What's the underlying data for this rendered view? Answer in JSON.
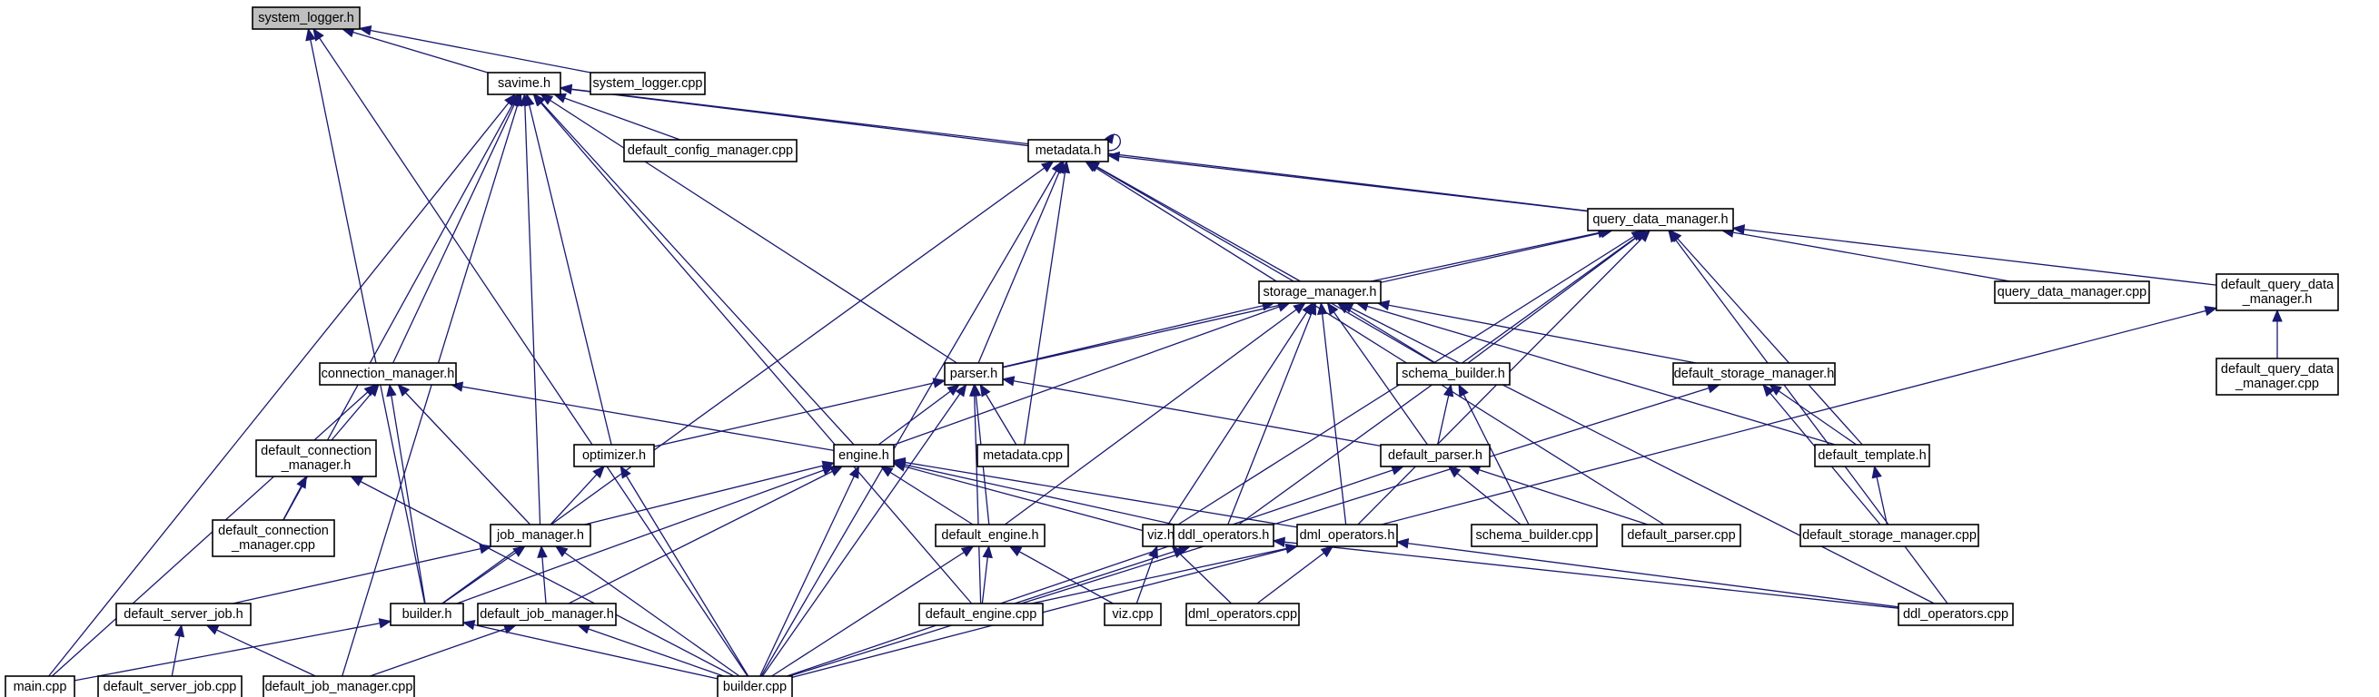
{
  "graph": {
    "colors": {
      "edge": "#191970",
      "root_fill": "#bfbfbf",
      "node_fill": "#ffffff",
      "node_border": "#000000"
    },
    "root": "system_logger_h",
    "nodes": [
      {
        "id": "system_logger_h",
        "label": "system_logger.h"
      },
      {
        "id": "system_logger_cpp",
        "label": "system_logger.cpp"
      },
      {
        "id": "savime_h",
        "label": "savime.h"
      },
      {
        "id": "default_config_manager_cpp",
        "label": "default_config_manager.cpp"
      },
      {
        "id": "metadata_h",
        "label": "metadata.h"
      },
      {
        "id": "query_data_manager_h",
        "label": "query_data_manager.h"
      },
      {
        "id": "query_data_manager_cpp",
        "label": "query_data_manager.cpp"
      },
      {
        "id": "default_query_data_manager_h",
        "label": "default_query_data\n_manager.h"
      },
      {
        "id": "default_query_data_manager_cpp",
        "label": "default_query_data\n_manager.cpp"
      },
      {
        "id": "storage_manager_h",
        "label": "storage_manager.h"
      },
      {
        "id": "connection_manager_h",
        "label": "connection_manager.h"
      },
      {
        "id": "parser_h",
        "label": "parser.h"
      },
      {
        "id": "schema_builder_h",
        "label": "schema_builder.h"
      },
      {
        "id": "default_storage_manager_h",
        "label": "default_storage_manager.h"
      },
      {
        "id": "default_connection_manager_h",
        "label": "default_connection\n_manager.h"
      },
      {
        "id": "optimizer_h",
        "label": "optimizer.h"
      },
      {
        "id": "engine_h",
        "label": "engine.h"
      },
      {
        "id": "metadata_cpp",
        "label": "metadata.cpp"
      },
      {
        "id": "default_parser_h",
        "label": "default_parser.h"
      },
      {
        "id": "default_template_h",
        "label": "default_template.h"
      },
      {
        "id": "default_connection_manager_cpp",
        "label": "default_connection\n_manager.cpp"
      },
      {
        "id": "job_manager_h",
        "label": "job_manager.h"
      },
      {
        "id": "default_engine_h",
        "label": "default_engine.h"
      },
      {
        "id": "viz_h",
        "label": "viz.h"
      },
      {
        "id": "ddl_operators_h",
        "label": "ddl_operators.h"
      },
      {
        "id": "dml_operators_h",
        "label": "dml_operators.h"
      },
      {
        "id": "schema_builder_cpp",
        "label": "schema_builder.cpp"
      },
      {
        "id": "default_parser_cpp",
        "label": "default_parser.cpp"
      },
      {
        "id": "default_storage_manager_cpp",
        "label": "default_storage_manager.cpp"
      },
      {
        "id": "default_server_job_h",
        "label": "default_server_job.h"
      },
      {
        "id": "builder_h",
        "label": "builder.h"
      },
      {
        "id": "default_job_manager_h",
        "label": "default_job_manager.h"
      },
      {
        "id": "default_engine_cpp",
        "label": "default_engine.cpp"
      },
      {
        "id": "viz_cpp",
        "label": "viz.cpp"
      },
      {
        "id": "dml_operators_cpp",
        "label": "dml_operators.cpp"
      },
      {
        "id": "ddl_operators_cpp",
        "label": "ddl_operators.cpp"
      },
      {
        "id": "main_cpp",
        "label": "main.cpp"
      },
      {
        "id": "default_server_job_cpp",
        "label": "default_server_job.cpp"
      },
      {
        "id": "default_job_manager_cpp",
        "label": "default_job_manager.cpp"
      },
      {
        "id": "builder_cpp",
        "label": "builder.cpp"
      }
    ],
    "edges": [
      [
        "system_logger_h",
        "system_logger_cpp"
      ],
      [
        "system_logger_h",
        "savime_h"
      ],
      [
        "system_logger_h",
        "builder_h"
      ],
      [
        "system_logger_h",
        "builder_cpp"
      ],
      [
        "savime_h",
        "default_config_manager_cpp"
      ],
      [
        "savime_h",
        "metadata_h"
      ],
      [
        "savime_h",
        "query_data_manager_h"
      ],
      [
        "savime_h",
        "connection_manager_h"
      ],
      [
        "savime_h",
        "parser_h"
      ],
      [
        "savime_h",
        "optimizer_h"
      ],
      [
        "savime_h",
        "engine_h"
      ],
      [
        "savime_h",
        "default_connection_manager_cpp"
      ],
      [
        "savime_h",
        "job_manager_h"
      ],
      [
        "savime_h",
        "default_engine_cpp"
      ],
      [
        "savime_h",
        "main_cpp"
      ],
      [
        "savime_h",
        "default_job_manager_cpp"
      ],
      [
        "metadata_h",
        "metadata_h"
      ],
      [
        "metadata_h",
        "query_data_manager_h"
      ],
      [
        "metadata_h",
        "storage_manager_h"
      ],
      [
        "metadata_h",
        "parser_h"
      ],
      [
        "metadata_h",
        "schema_builder_h"
      ],
      [
        "metadata_h",
        "metadata_cpp"
      ],
      [
        "metadata_h",
        "default_parser_cpp"
      ],
      [
        "metadata_h",
        "builder_h"
      ],
      [
        "metadata_h",
        "builder_cpp"
      ],
      [
        "query_data_manager_h",
        "storage_manager_h"
      ],
      [
        "query_data_manager_h",
        "query_data_manager_cpp"
      ],
      [
        "query_data_manager_h",
        "default_query_data_manager_h"
      ],
      [
        "query_data_manager_h",
        "parser_h"
      ],
      [
        "query_data_manager_h",
        "schema_builder_h"
      ],
      [
        "query_data_manager_h",
        "default_template_h"
      ],
      [
        "query_data_manager_h",
        "viz_h"
      ],
      [
        "query_data_manager_h",
        "ddl_operators_h"
      ],
      [
        "query_data_manager_h",
        "dml_operators_h"
      ],
      [
        "query_data_manager_h",
        "ddl_operators_cpp"
      ],
      [
        "default_query_data_manager_h",
        "default_query_data_manager_cpp"
      ],
      [
        "default_query_data_manager_h",
        "builder_cpp"
      ],
      [
        "storage_manager_h",
        "parser_h"
      ],
      [
        "storage_manager_h",
        "schema_builder_h"
      ],
      [
        "storage_manager_h",
        "default_storage_manager_h"
      ],
      [
        "storage_manager_h",
        "engine_h"
      ],
      [
        "storage_manager_h",
        "default_parser_h"
      ],
      [
        "storage_manager_h",
        "default_template_h"
      ],
      [
        "storage_manager_h",
        "default_engine_h"
      ],
      [
        "storage_manager_h",
        "viz_h"
      ],
      [
        "storage_manager_h",
        "ddl_operators_h"
      ],
      [
        "storage_manager_h",
        "dml_operators_h"
      ],
      [
        "storage_manager_h",
        "ddl_operators_cpp"
      ],
      [
        "connection_manager_h",
        "default_connection_manager_h"
      ],
      [
        "connection_manager_h",
        "engine_h"
      ],
      [
        "connection_manager_h",
        "job_manager_h"
      ],
      [
        "connection_manager_h",
        "builder_h"
      ],
      [
        "connection_manager_h",
        "main_cpp"
      ],
      [
        "default_connection_manager_h",
        "default_connection_manager_cpp"
      ],
      [
        "default_connection_manager_h",
        "builder_cpp"
      ],
      [
        "parser_h",
        "optimizer_h"
      ],
      [
        "parser_h",
        "engine_h"
      ],
      [
        "parser_h",
        "metadata_cpp"
      ],
      [
        "parser_h",
        "default_parser_h"
      ],
      [
        "parser_h",
        "default_engine_h"
      ],
      [
        "parser_h",
        "default_engine_cpp"
      ],
      [
        "parser_h",
        "builder_cpp"
      ],
      [
        "schema_builder_h",
        "default_parser_h"
      ],
      [
        "schema_builder_h",
        "schema_builder_cpp"
      ],
      [
        "default_storage_manager_h",
        "default_template_h"
      ],
      [
        "default_storage_manager_h",
        "default_storage_manager_cpp"
      ],
      [
        "default_storage_manager_h",
        "builder_cpp"
      ],
      [
        "default_template_h",
        "default_storage_manager_cpp"
      ],
      [
        "optimizer_h",
        "job_manager_h"
      ],
      [
        "optimizer_h",
        "builder_cpp"
      ],
      [
        "engine_h",
        "job_manager_h"
      ],
      [
        "engine_h",
        "default_engine_h"
      ],
      [
        "engine_h",
        "viz_h"
      ],
      [
        "engine_h",
        "ddl_operators_h"
      ],
      [
        "engine_h",
        "dml_operators_h"
      ],
      [
        "engine_h",
        "builder_h"
      ],
      [
        "engine_h",
        "default_job_manager_h"
      ],
      [
        "engine_h",
        "builder_cpp"
      ],
      [
        "default_parser_h",
        "schema_builder_cpp"
      ],
      [
        "default_parser_h",
        "default_parser_cpp"
      ],
      [
        "default_parser_h",
        "builder_cpp"
      ],
      [
        "job_manager_h",
        "default_server_job_h"
      ],
      [
        "job_manager_h",
        "builder_h"
      ],
      [
        "job_manager_h",
        "default_job_manager_h"
      ],
      [
        "job_manager_h",
        "builder_cpp"
      ],
      [
        "default_engine_h",
        "default_engine_cpp"
      ],
      [
        "default_engine_h",
        "viz_cpp"
      ],
      [
        "default_engine_h",
        "builder_cpp"
      ],
      [
        "viz_h",
        "viz_cpp"
      ],
      [
        "viz_h",
        "dml_operators_cpp"
      ],
      [
        "ddl_operators_h",
        "default_engine_cpp"
      ],
      [
        "ddl_operators_h",
        "ddl_operators_cpp"
      ],
      [
        "dml_operators_h",
        "default_engine_cpp"
      ],
      [
        "dml_operators_h",
        "dml_operators_cpp"
      ],
      [
        "dml_operators_h",
        "ddl_operators_cpp"
      ],
      [
        "default_server_job_h",
        "default_server_job_cpp"
      ],
      [
        "default_server_job_h",
        "default_job_manager_cpp"
      ],
      [
        "builder_h",
        "main_cpp"
      ],
      [
        "builder_h",
        "builder_cpp"
      ],
      [
        "default_job_manager_h",
        "default_job_manager_cpp"
      ],
      [
        "default_job_manager_h",
        "builder_cpp"
      ]
    ]
  }
}
